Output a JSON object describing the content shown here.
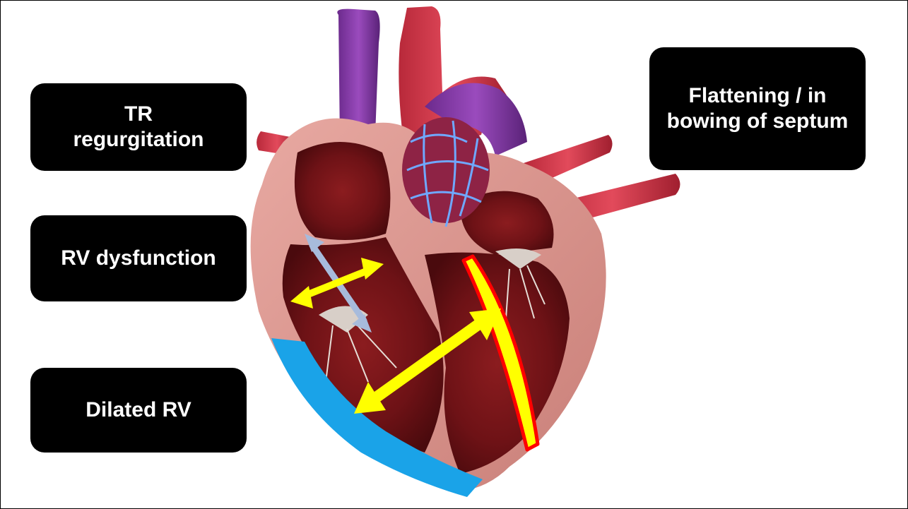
{
  "labels": {
    "tr_regurgitation": "TR\nregurgitation",
    "rv_dysfunction": "RV dysfunction",
    "dilated_rv": "Dilated RV",
    "septum": "Flattening / in bowing of septum"
  },
  "colors": {
    "label_background": "#000000",
    "label_text": "#ffffff",
    "dilated_rv_wall": "#1aa3e8",
    "septum_band": "#ffff00",
    "septum_outline": "#ff0000",
    "arrow_yellow": "#ffff00",
    "arrow_blue": "#a7bbdc"
  }
}
